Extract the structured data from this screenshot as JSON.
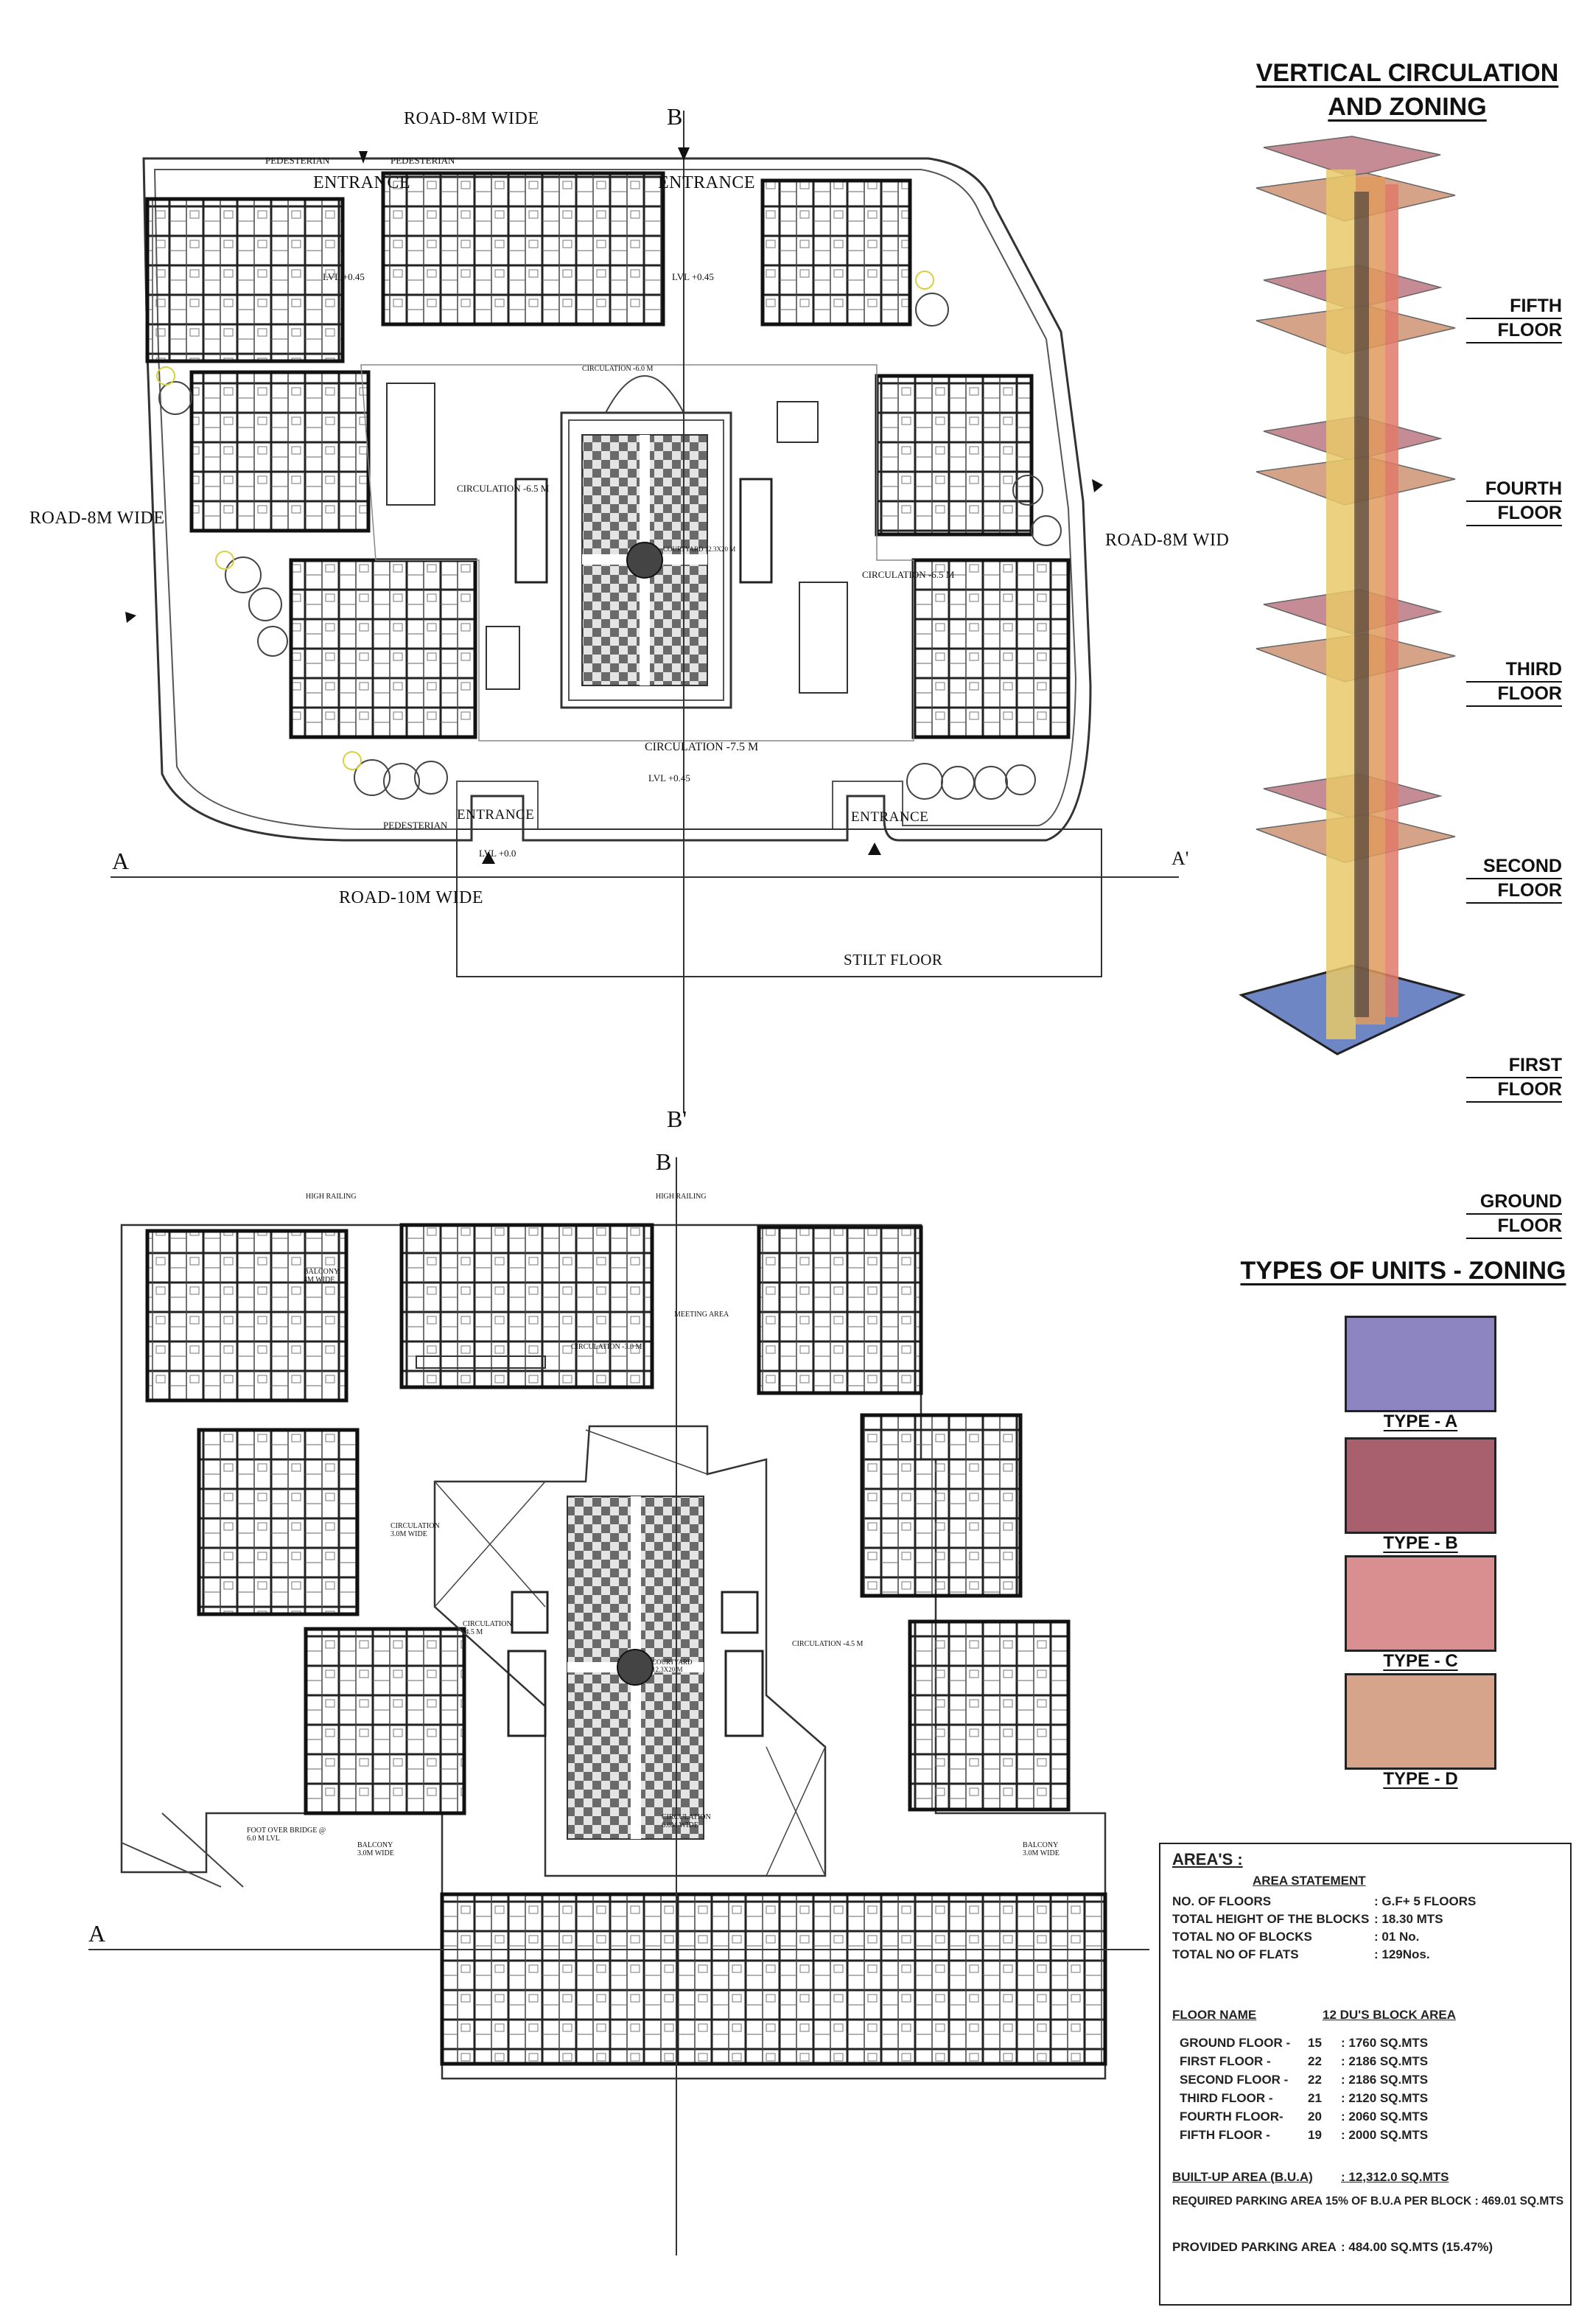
{
  "ground_plan": {
    "road_top": "ROAD-8M WIDE",
    "road_left": "ROAD-8M WIDE",
    "road_right": "ROAD-8M WID",
    "road_bottom": "ROAD-10M WIDE",
    "entrance": "ENTRANCE",
    "pedestrian": "PEDESTERIAN",
    "stilt_floor": "STILT FLOOR",
    "circulation_top": "CIRCULATION -6.0 M",
    "circulation_left": "CIRCULATION -6.5 M",
    "circulation_right": "CIRCULATION -6.5 M",
    "circulation_bottom": "CIRCULATION -7.5 M",
    "courtyard": "COURTYARD 12.3X20 M",
    "lvl_045": "LVL +0.45",
    "lvl_00": "LVL +0.0",
    "section_a": "A",
    "section_a2": "A'",
    "section_b": "B",
    "section_b2": "B'"
  },
  "typical_plan": {
    "high_railing": "HIGH RAILING",
    "balcony_top": "BALCONY 4M WIDE",
    "meeting_area": "MEETING AREA",
    "circulation_top": "CIRCULATION -3.0 M",
    "circulation_left": "CIRCULATION 3.0M WIDE",
    "circulation_mid_left": "CIRCULATION -4.5 M",
    "circulation_right": "CIRCULATION -4.5 M",
    "circulation_bottom": "CIRCULATION 6.0M WIDE",
    "courtyard": "COURTYARD 12.3X20 M",
    "foot_over_bridge": "FOOT OVER BRIDGE @ 6.0 M LVL",
    "balcony_left": "BALCONY 3.0M WIDE",
    "balcony_right": "BALCONY 3.0M WIDE",
    "section_a": "A",
    "section_b": "B"
  },
  "vertical_circulation": {
    "title_line1": "VERTICAL CIRCULATION",
    "title_line2": "AND ZONING",
    "floors": [
      {
        "line1": "FIFTH",
        "line2": "FLOOR"
      },
      {
        "line1": "FOURTH",
        "line2": "FLOOR"
      },
      {
        "line1": "THIRD",
        "line2": "FLOOR"
      },
      {
        "line1": "SECOND",
        "line2": "FLOOR"
      },
      {
        "line1": "FIRST",
        "line2": "FLOOR"
      },
      {
        "line1": "GROUND",
        "line2": "FLOOR"
      }
    ]
  },
  "unit_types": {
    "title": "TYPES OF UNITS - ZONING",
    "types": [
      {
        "label": "TYPE - A",
        "color": "#8d84c2"
      },
      {
        "label": "TYPE - B",
        "color": "#a8606e"
      },
      {
        "label": "TYPE - C",
        "color": "#d98f90"
      },
      {
        "label": "TYPE - D",
        "color": "#d6a48a"
      }
    ]
  },
  "areas": {
    "title": "AREA'S :",
    "statement_title": "AREA STATEMENT",
    "statement": [
      {
        "label": "NO. OF FLOORS",
        "value": ": G.F+ 5 FLOORS"
      },
      {
        "label": "TOTAL HEIGHT OF THE BLOCKS",
        "value": ": 18.30 MTS"
      },
      {
        "label": "TOTAL NO OF BLOCKS",
        "value": ": 01 No."
      },
      {
        "label": "TOTAL NO OF FLATS",
        "value": ": 129Nos."
      }
    ],
    "floor_header": "FLOOR NAME",
    "block_header": "12 DU'S BLOCK AREA",
    "floors": [
      {
        "name": "GROUND FLOOR -",
        "units": "15",
        "area": ": 1760 SQ.MTS"
      },
      {
        "name": "FIRST FLOOR -",
        "units": "22",
        "area": ": 2186 SQ.MTS"
      },
      {
        "name": "SECOND FLOOR -",
        "units": "22",
        "area": ": 2186 SQ.MTS"
      },
      {
        "name": "THIRD FLOOR -",
        "units": "21",
        "area": ": 2120 SQ.MTS"
      },
      {
        "name": "FOURTH FLOOR-",
        "units": "20",
        "area": ": 2060 SQ.MTS"
      },
      {
        "name": "FIFTH FLOOR -",
        "units": "19",
        "area": ": 2000 SQ.MTS"
      }
    ],
    "bua_label": "BUILT-UP AREA (B.U.A)",
    "bua_value": ": 12,312.0 SQ.MTS",
    "parking_required": "REQUIRED PARKING AREA 15% OF B.U.A PER BLOCK : 469.01 SQ.MTS",
    "parking_provided_label": "PROVIDED PARKING AREA",
    "parking_provided_value": ": 484.00 SQ.MTS (15.47%)"
  }
}
